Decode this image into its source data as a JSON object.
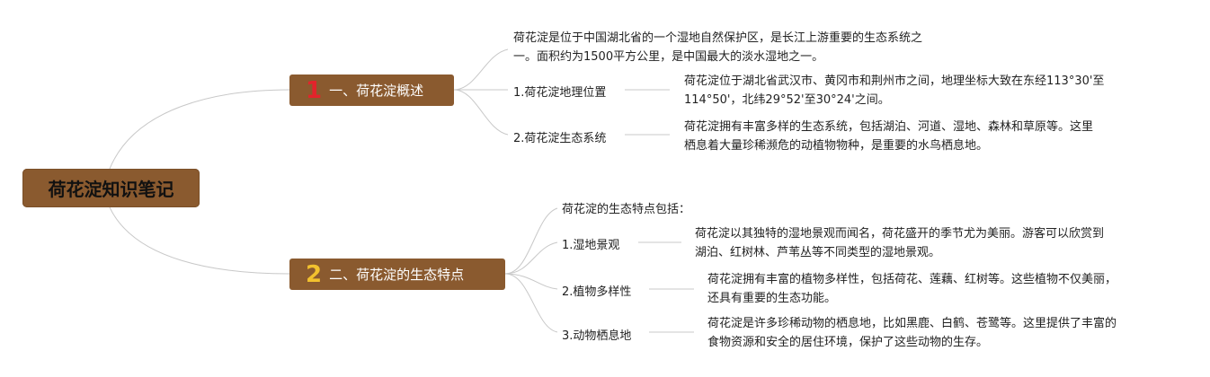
{
  "root": {
    "title": "荷花淀知识笔记"
  },
  "branch1": {
    "number": "1",
    "label": "一、荷花淀概述",
    "intro_line1": "荷花淀是位于中国湖北省的一个湿地自然保护区，是长江上游重要的生态系统之",
    "intro_line2": "一。面积约为1500平方公里，是中国最大的淡水湿地之一。",
    "items": [
      {
        "label": "1.荷花淀地理位置",
        "detail_line1": "荷花淀位于湖北省武汉市、黄冈市和荆州市之间，地理坐标大致在东经113°30'至",
        "detail_line2": "114°50'，北纬29°52'至30°24'之间。"
      },
      {
        "label": "2.荷花淀生态系统",
        "detail_line1": "荷花淀拥有丰富多样的生态系统，包括湖泊、河道、湿地、森林和草原等。这里",
        "detail_line2": "栖息着大量珍稀濒危的动植物物种，是重要的水鸟栖息地。"
      }
    ]
  },
  "branch2": {
    "number": "2",
    "label": "二、荷花淀的生态特点",
    "intro": "荷花淀的生态特点包括：",
    "items": [
      {
        "label": "1.湿地景观",
        "detail_line1": "荷花淀以其独特的湿地景观而闻名，荷花盛开的季节尤为美丽。游客可以欣赏到",
        "detail_line2": "湖泊、红树林、芦苇丛等不同类型的湿地景观。"
      },
      {
        "label": "2.植物多样性",
        "detail_line1": "荷花淀拥有丰富的植物多样性，包括荷花、莲藕、红树等。这些植物不仅美丽，",
        "detail_line2": "还具有重要的生态功能。"
      },
      {
        "label": "3.动物栖息地",
        "detail_line1": "荷花淀是许多珍稀动物的栖息地，比如黑鹿、白鹤、苍鹭等。这里提供了丰富的",
        "detail_line2": "食物资源和安全的居住环境，保护了这些动物的生存。"
      }
    ]
  },
  "colors": {
    "node_fill": "#8a5a2f",
    "line": "#c8c8c8",
    "num1": "#e3242b",
    "num2": "#f2c12e"
  }
}
